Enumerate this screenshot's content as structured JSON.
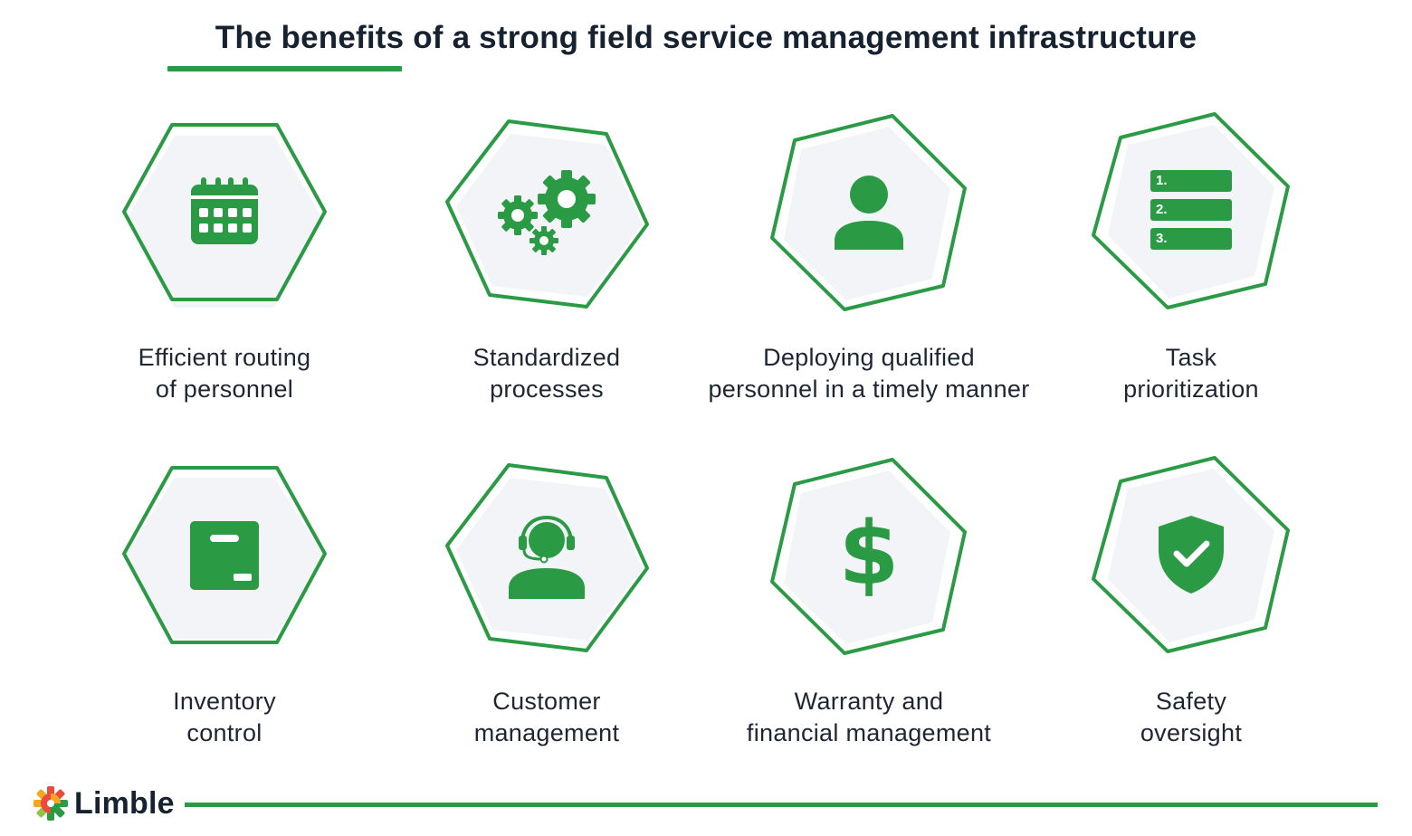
{
  "title": "The benefits of a strong field service management infrastructure",
  "accent_color": "#2b9a44",
  "items": [
    {
      "icon": "calendar-icon",
      "line1": "Efficient routing",
      "line2": "of personnel"
    },
    {
      "icon": "gears-icon",
      "line1": "Standardized",
      "line2": "processes"
    },
    {
      "icon": "person-icon",
      "line1": "Deploying qualified",
      "line2": "personnel in a timely manner"
    },
    {
      "icon": "numbered-list-icon",
      "line1": "Task",
      "line2": "prioritization",
      "list_numbers": [
        "1.",
        "2.",
        "3."
      ]
    },
    {
      "icon": "box-icon",
      "line1": "Inventory",
      "line2": "control"
    },
    {
      "icon": "headset-agent-icon",
      "line1": "Customer",
      "line2": "management"
    },
    {
      "icon": "dollar-icon",
      "line1": "Warranty and",
      "line2": "financial management",
      "symbol": "$"
    },
    {
      "icon": "shield-check-icon",
      "line1": "Safety",
      "line2": "oversight"
    }
  ],
  "logo": {
    "text": "Limble",
    "icon": "limble-gear-logo-icon"
  }
}
